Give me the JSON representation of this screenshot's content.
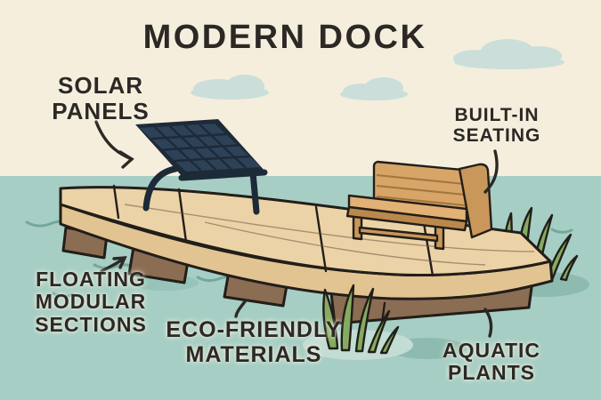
{
  "title": "MODERN DOCK",
  "labels": {
    "solar_panels": {
      "lines": [
        "SOLAR",
        "PANELS"
      ]
    },
    "built_in_seating": {
      "lines": [
        "BUILT-IN",
        "SEATING"
      ]
    },
    "floating_modular_sections": {
      "lines": [
        "FLOATING",
        "MODULAR",
        "SECTIONS"
      ]
    },
    "eco_friendly_materials": {
      "lines": [
        "ECO-FRIENDLY",
        "MATERIALS"
      ]
    },
    "aquatic_plants": {
      "lines": [
        "AQUATIC",
        "PLANTS"
      ]
    }
  },
  "colors": {
    "sky": "#f5eedd",
    "water": "#a6cec4",
    "cloud": "#cbdeda",
    "outline": "#221e19",
    "deck": "#ecd3a7",
    "deck-edge": "#e2c493",
    "float": "#8a6d52",
    "panel-frame": "#1d2a38",
    "panel-cell": "#2e4257",
    "bench-wood": "#d7a567",
    "bench-wood-light": "#e2b175",
    "bench-wood-dark": "#bb884c",
    "bench-wood-mid": "#c9975a",
    "plant": "#85ab60",
    "water-shadow": "#87b7ab",
    "water-highlight": "#c3ddd5",
    "wave": "#74a89b",
    "text": "#2c2824"
  }
}
